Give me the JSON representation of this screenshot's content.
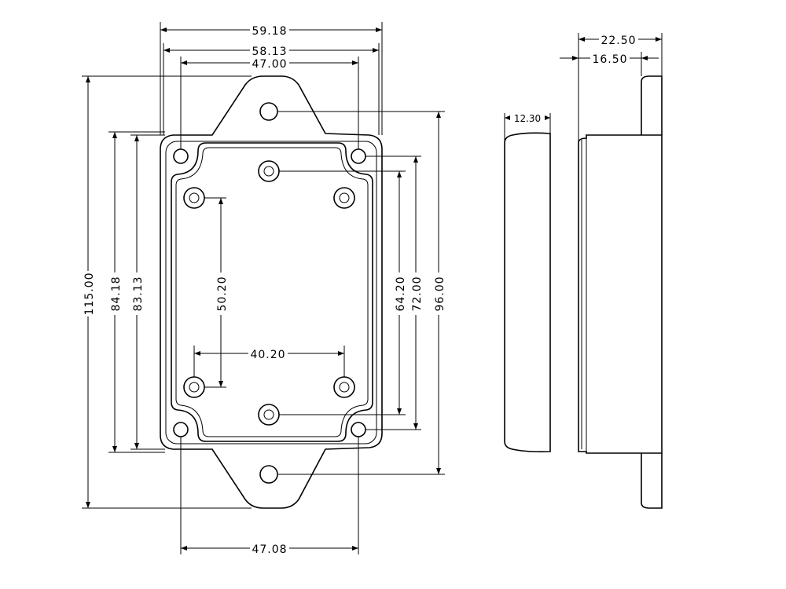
{
  "dimensions": {
    "top_outer_width": "59.18",
    "top_inner_width": "58.13",
    "top_hole_spacing": "47.00",
    "bottom_hole_spacing": "47.08",
    "overall_height": "115.00",
    "body_height_outer": "84.18",
    "body_height_inner": "83.13",
    "boss_spacing_vertical": "50.20",
    "boss_spacing_horizontal": "40.20",
    "inner_boss_spacing": "64.20",
    "corner_hole_spacing": "72.00",
    "flange_hole_spacing": "96.00",
    "lid_thickness": "12.30",
    "overall_depth": "22.50",
    "base_depth": "16.50"
  }
}
